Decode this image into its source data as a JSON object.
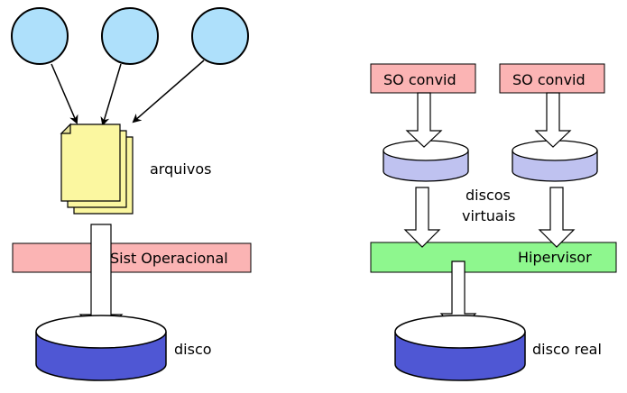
{
  "left": {
    "label_files": "arquivos",
    "label_os": "Sist Operacional",
    "label_disk": "disco"
  },
  "right": {
    "guest_os_1": "SO convid",
    "guest_os_2": "SO convid",
    "label_virtual_disks_line1": "discos",
    "label_virtual_disks_line2": "virtuais",
    "label_hypervisor": "Hipervisor",
    "label_real_disk": "disco real"
  },
  "colors": {
    "process_fill": "#aee0fb",
    "file_fill": "#fbf7a0",
    "os_bar_fill": "#fbb4b4",
    "hypervisor_fill": "#8ef78e",
    "guest_os_fill": "#fbb4b4",
    "virtual_disk_fill": "#bfc2f0",
    "real_disk_fill": "#4f57d4"
  }
}
